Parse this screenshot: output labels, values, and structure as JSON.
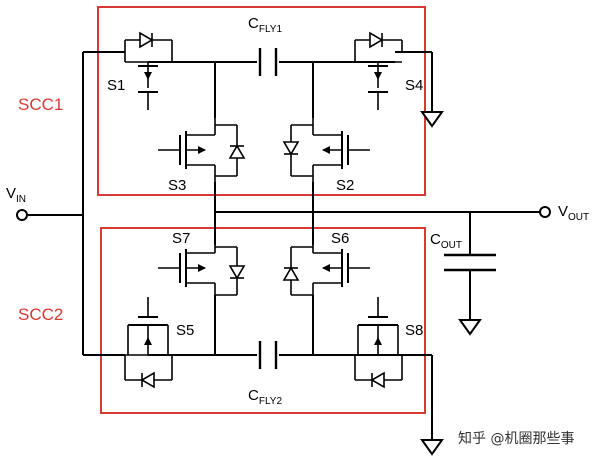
{
  "labels": {
    "cfly1": {
      "main": "C",
      "sub": "FLY1"
    },
    "cfly2": {
      "main": "C",
      "sub": "FLY2"
    },
    "cout": {
      "main": "C",
      "sub": "OUT"
    },
    "vin": {
      "main": "V",
      "sub": "IN"
    },
    "vout": {
      "main": "V",
      "sub": "OUT"
    },
    "s1": "S1",
    "s2": "S2",
    "s3": "S3",
    "s4": "S4",
    "s5": "S5",
    "s6": "S6",
    "s7": "S7",
    "s8": "S8"
  },
  "groups": {
    "scc1": "SCC1",
    "scc2": "SCC2"
  },
  "watermark": "知乎 @机圈那些事",
  "colors": {
    "group_box": "#d63a35",
    "wire": "#000000"
  }
}
